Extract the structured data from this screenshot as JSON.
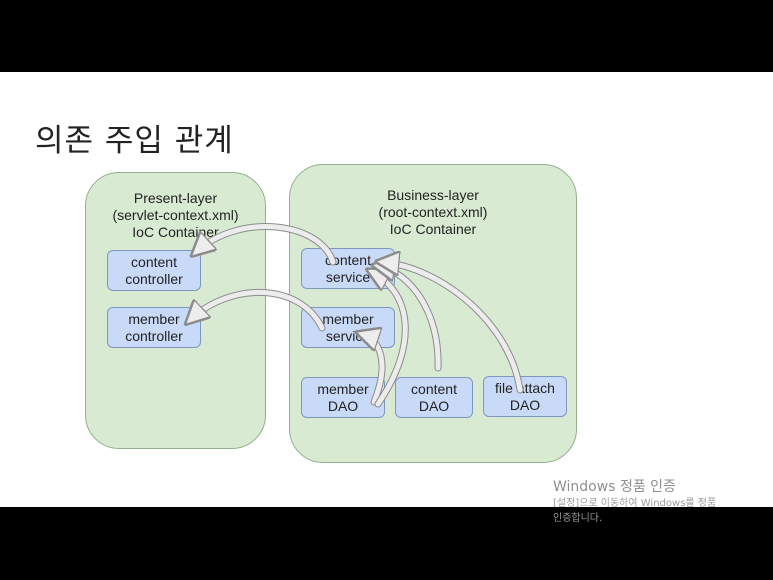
{
  "slide": {
    "title": "의존 주입 관계"
  },
  "present_layer": {
    "line1": "Present-layer",
    "line2": "(servlet-context.xml)",
    "line3": "IoC Container",
    "boxes": [
      {
        "line1": "content",
        "line2": "controller"
      },
      {
        "line1": "member",
        "line2": "controller"
      }
    ]
  },
  "business_layer": {
    "line1": "Business-layer",
    "line2": "(root-context.xml)",
    "line3": "IoC Container",
    "services": [
      {
        "line1": "content",
        "line2": "service"
      },
      {
        "line1": "member",
        "line2": "service"
      }
    ],
    "daos": [
      {
        "line1": "member",
        "line2": "DAO"
      },
      {
        "line1": "content",
        "line2": "DAO"
      },
      {
        "line1": "file attach",
        "line2": "DAO"
      }
    ]
  },
  "watermark": {
    "title": "Windows 정품 인증",
    "line1": "[설정]으로 이동하여 Windows를 정품",
    "line2": "인증합니다."
  },
  "colors": {
    "container_fill": "#d9ead3",
    "box_fill": "#c9daf8",
    "arrow_fill": "#e6e6e6",
    "arrow_stroke": "#8c8c8c"
  }
}
